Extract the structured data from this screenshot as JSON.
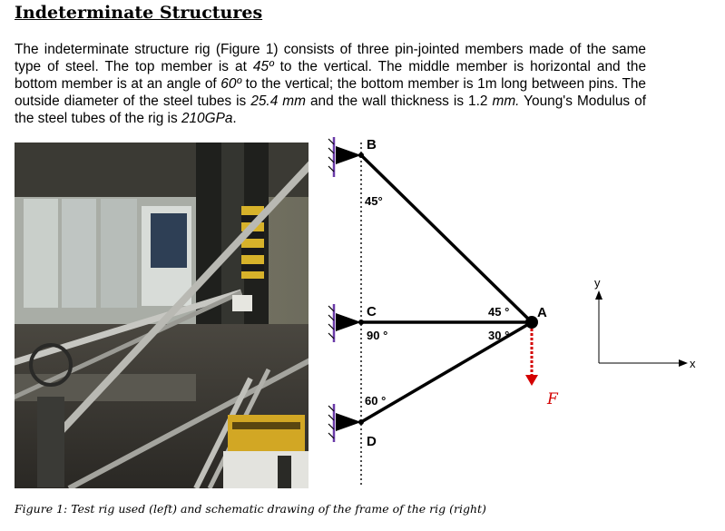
{
  "document": {
    "heading": "Indeterminate Structures",
    "paragraph": {
      "t1": "The indeterminate structure rig (Figure 1) consists of three pin-jointed members made of the same type of steel. The top member is at ",
      "ang_top": "45º",
      "t2": " to the vertical. The middle member is horizontal and the bottom member is at an angle of ",
      "ang_bottom": "60º",
      "t3": " to the vertical; the bottom member is 1m long between pins. The outside diameter of the steel tubes is ",
      "diameter": "25.4 mm",
      "t4": " and the wall thickness is 1.2 ",
      "thickness_unit": "mm.",
      "t5": " Young's Modulus of the steel tubes of the rig is ",
      "youngs": "210GPa",
      "t6": "."
    },
    "figure": {
      "labels": {
        "B": "B",
        "C": "C",
        "D": "D",
        "A": "A",
        "F": "F",
        "angle_B": "45°",
        "angle_C": "90 °",
        "angle_D": "60 °",
        "angle_A_top": "45 °",
        "angle_A_bottom": "30 °"
      },
      "axes": {
        "x": "x",
        "y": "y"
      },
      "colors": {
        "force_arrow": "#d40000",
        "force_label": "#d40000",
        "support_stripe": "#6a3aa8"
      },
      "caption": "Figure 1: Test rig used (left) and schematic drawing of the frame of the rig (right)"
    }
  }
}
